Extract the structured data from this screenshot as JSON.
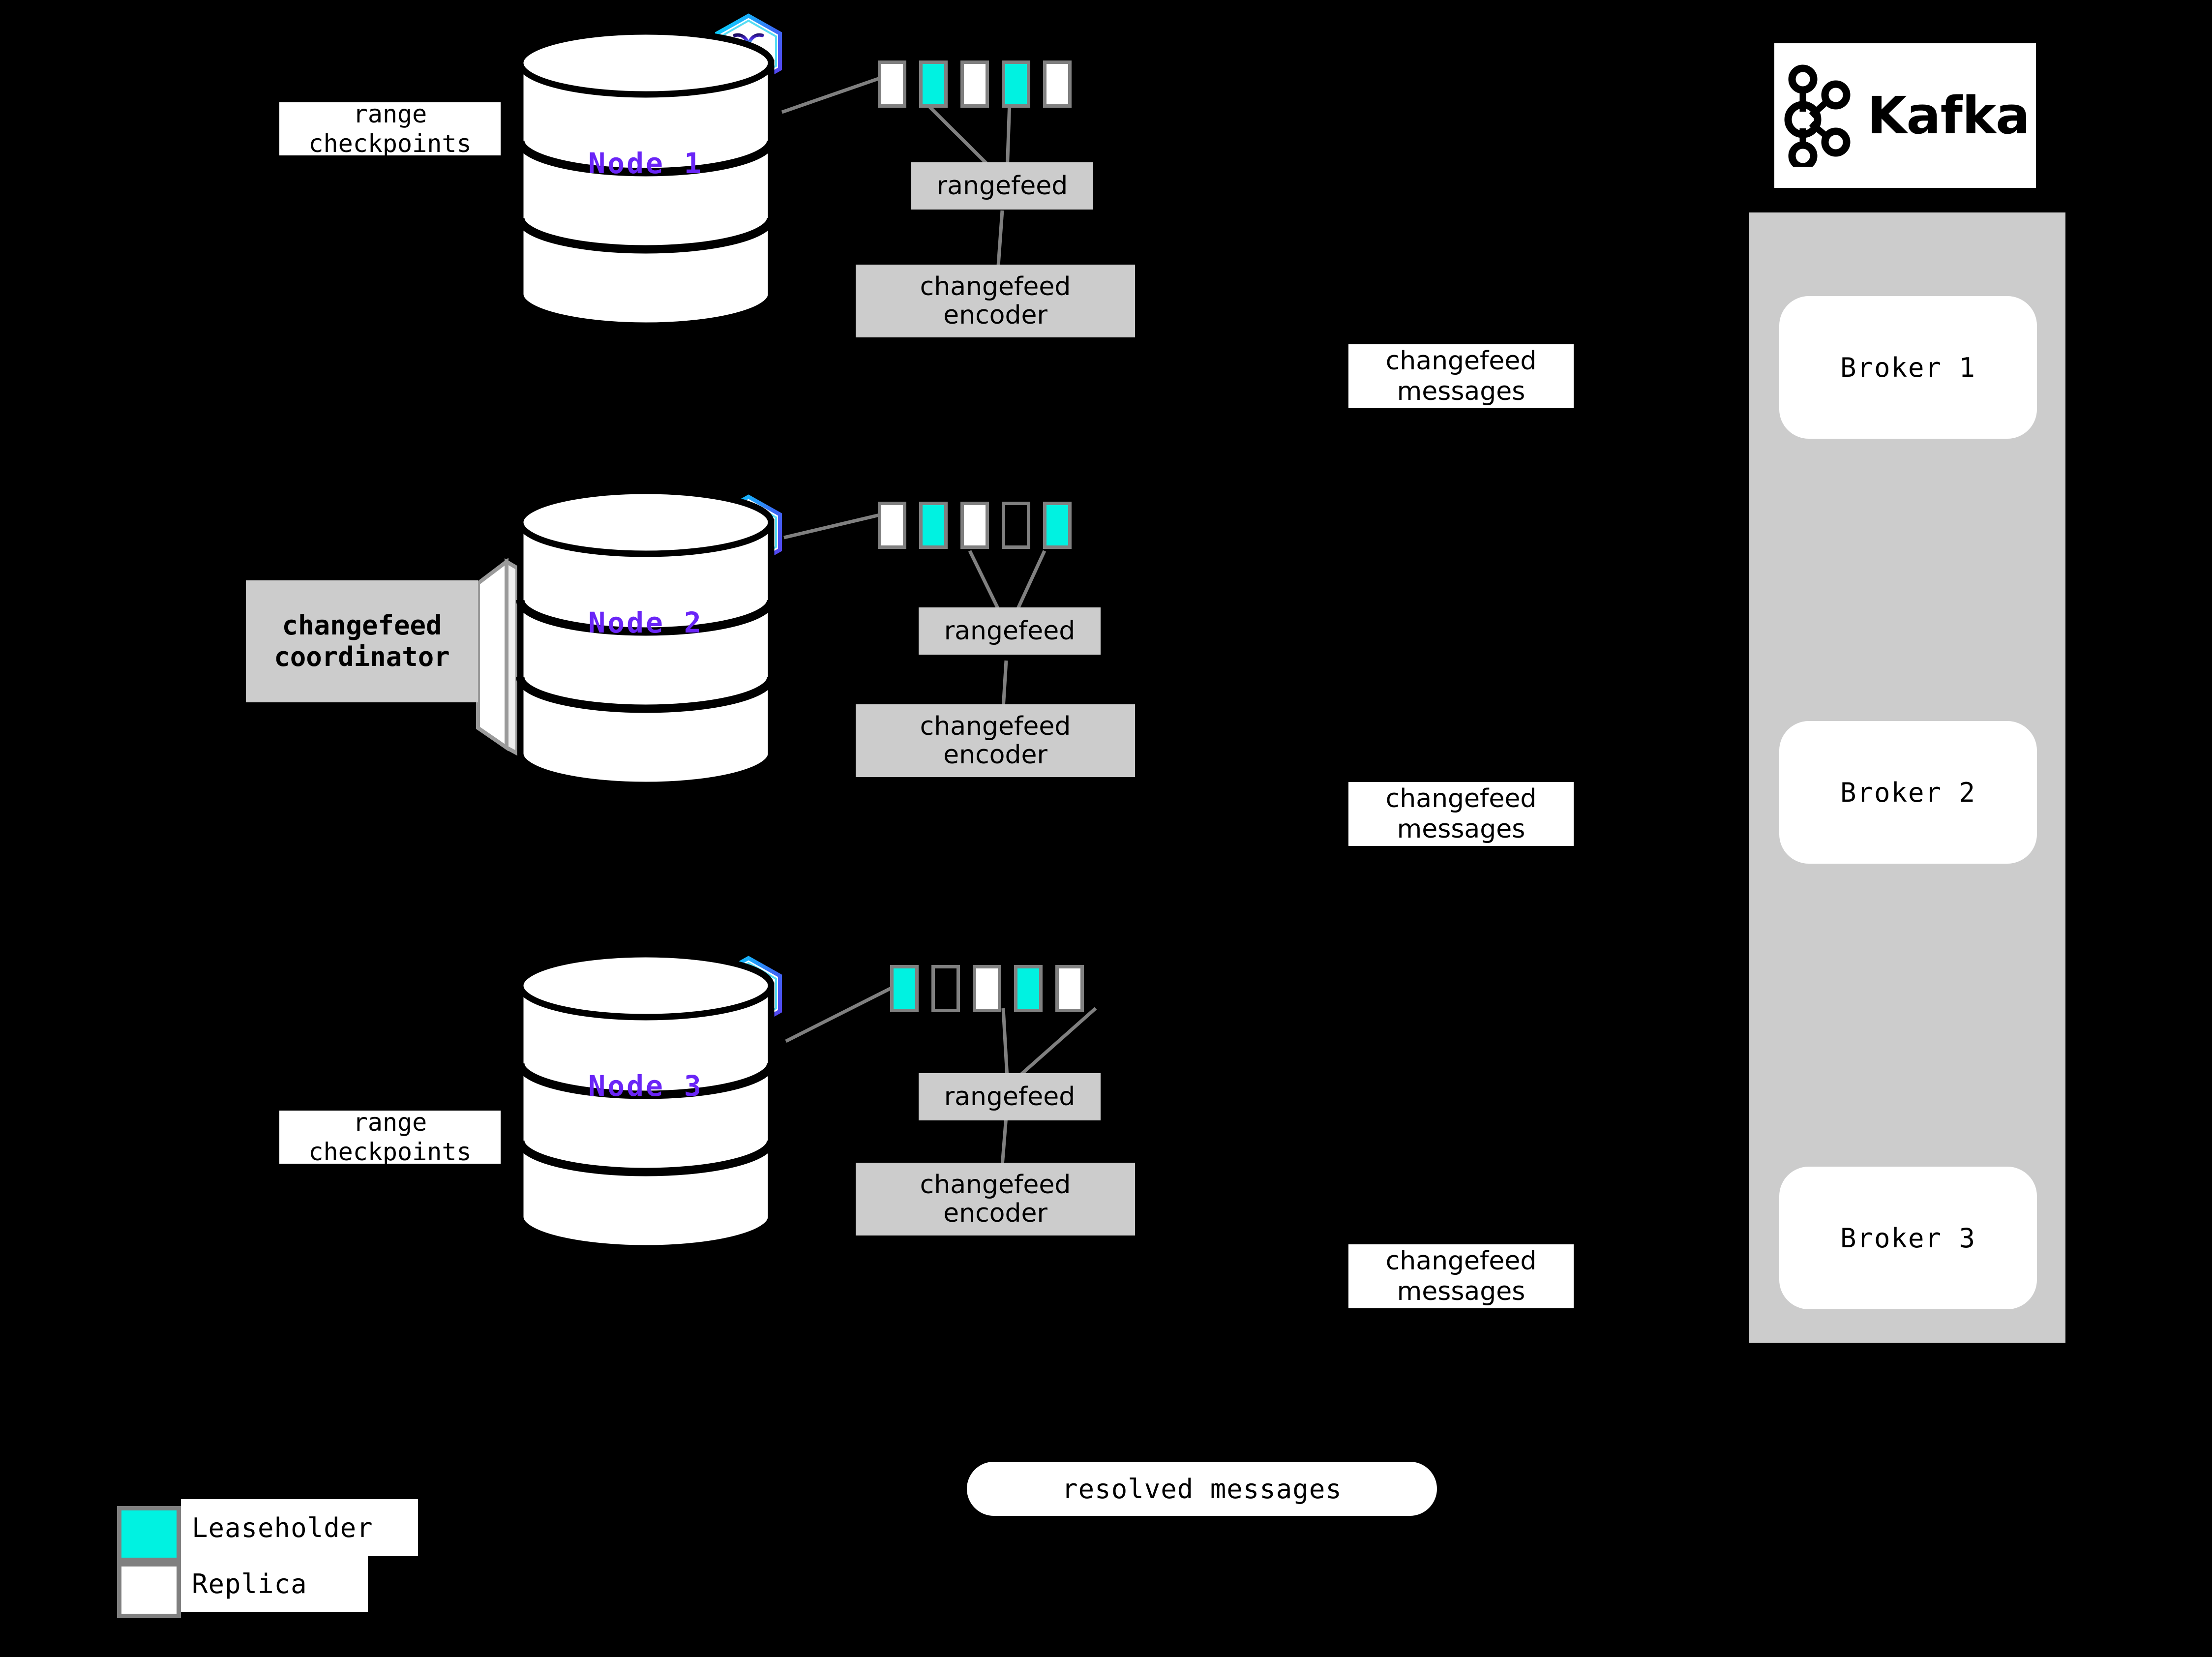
{
  "diagram": {
    "title": "CockroachDB changefeed to Kafka architecture",
    "background": "#000000",
    "accent_leaseholder": "#00F2E1",
    "accent_node_text": "#6A25F7",
    "box_gray": "#CCCCCC",
    "replica_border": "#808080",
    "connector_color": "#808080"
  },
  "nodes": [
    {
      "label": "Node 1",
      "logo_icon": "cockroachdb-hexagon-icon",
      "side_label": "range\ncheckpoints",
      "replicas": [
        "replica",
        "leaseholder",
        "replica",
        "leaseholder",
        "replica"
      ],
      "rangefeed_label": "rangefeed",
      "encoder_label": "changefeed\nencoder",
      "messages_label": "changefeed\nmessages"
    },
    {
      "label": "Node 2",
      "logo_icon": "cockroachdb-hexagon-icon",
      "side_label": "changefeed\ncoordinator",
      "replicas": [
        "replica",
        "leaseholder",
        "replica",
        "empty",
        "leaseholder"
      ],
      "rangefeed_label": "rangefeed",
      "encoder_label": "changefeed\nencoder",
      "messages_label": "changefeed\nmessages"
    },
    {
      "label": "Node 3",
      "logo_icon": "cockroachdb-hexagon-icon",
      "side_label": "range\ncheckpoints",
      "replicas": [
        "leaseholder",
        "empty",
        "replica",
        "leaseholder",
        "replica"
      ],
      "rangefeed_label": "rangefeed",
      "encoder_label": "changefeed\nencoder",
      "messages_label": "changefeed\nmessages"
    }
  ],
  "kafka": {
    "logo_icon": "kafka-logo-icon",
    "wordmark": "Kafka",
    "brokers": [
      "Broker 1",
      "Broker 2",
      "Broker 3"
    ]
  },
  "resolved": {
    "pill_label": "resolved messages"
  },
  "legend": {
    "items": [
      {
        "swatch": "leaseholder",
        "label": "Leaseholder",
        "color": "#00F2E1"
      },
      {
        "swatch": "replica",
        "label": "Replica",
        "color": "#FFFFFF"
      }
    ]
  }
}
